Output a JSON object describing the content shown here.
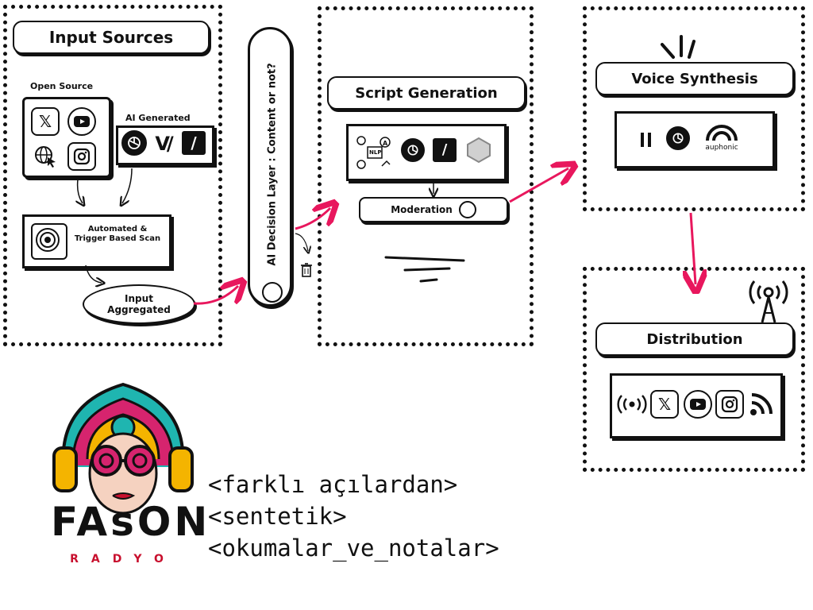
{
  "sections": {
    "input": {
      "title": "Input Sources",
      "open_source_label": "Open Source",
      "ai_generated_label": "AI Generated",
      "scan_label": "Automated & Trigger Based Scan",
      "aggregated_label": "Input Aggregated"
    },
    "decision": {
      "label": "AI Decision Layer : Content or not?"
    },
    "script": {
      "title": "Script Generation",
      "moderation_label": "Moderation",
      "nlp_label": "NLP"
    },
    "voice": {
      "title": "Voice Synthesis",
      "auphonic_label": "auphonic"
    },
    "distribution": {
      "title": "Distribution"
    }
  },
  "logo": {
    "word": "FAsON",
    "sub": "RADYO"
  },
  "tagline": {
    "line1": "<farklı açılardan>",
    "line2": "<sentetik>",
    "line3": "<okumalar_ve_notalar>"
  },
  "colors": {
    "ink": "#111111",
    "accent_arrow": "#e8175d",
    "logo_red": "#c8102e",
    "logo_teal": "#1fb5b0",
    "logo_yellow": "#f4b400",
    "logo_magenta": "#d6246e"
  },
  "icons": [
    "x-icon",
    "youtube-icon",
    "globe-cursor-icon",
    "instagram-icon",
    "openai-icon",
    "u-icon",
    "slash-icon",
    "nlp-icon",
    "hexagon-icon",
    "pause-icon",
    "auphonic-icon",
    "broadcast-icon",
    "rss-icon",
    "antenna-icon",
    "trash-icon"
  ]
}
